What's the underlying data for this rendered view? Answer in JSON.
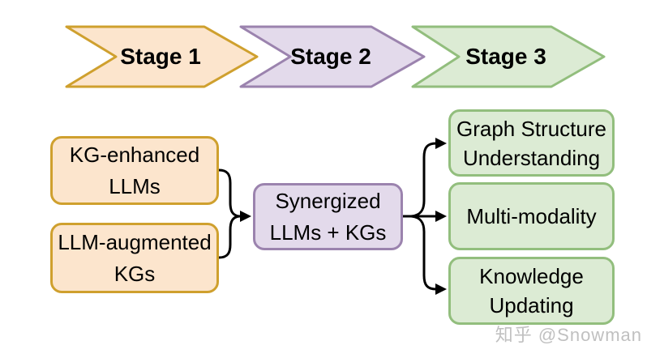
{
  "stages": [
    {
      "label": "Stage 1",
      "fill": "#FCE5CD",
      "stroke": "#CFA02E"
    },
    {
      "label": "Stage 2",
      "fill": "#E3DAEB",
      "stroke": "#9B83AE"
    },
    {
      "label": "Stage 3",
      "fill": "#DCEBD4",
      "stroke": "#92BE7D"
    }
  ],
  "boxes": {
    "kg_enhanced": {
      "line1": "KG-enhanced",
      "line2": "LLMs"
    },
    "llm_augmented": {
      "line1": "LLM-augmented",
      "line2": "KGs"
    },
    "synergized": {
      "line1": "Synergized",
      "line2": "LLMs + KGs"
    },
    "graph_structure": {
      "line1": "Graph Structure",
      "line2": "Understanding"
    },
    "multi_modality": {
      "line1": "Multi-modality"
    },
    "knowledge_updating": {
      "line1": "Knowledge",
      "line2": "Updating"
    }
  },
  "watermark": {
    "text": "知乎 @Snowman",
    "color": "#C2C2C2"
  },
  "colors": {
    "orange_fill": "#FCE5CD",
    "orange_stroke": "#CFA02E",
    "purple_fill": "#E3DAEB",
    "purple_stroke": "#9B83AE",
    "green_fill": "#DCEBD4",
    "green_stroke": "#92BE7D",
    "arrow": "#000000",
    "text": "#000000",
    "background": "#FFFFFF"
  }
}
